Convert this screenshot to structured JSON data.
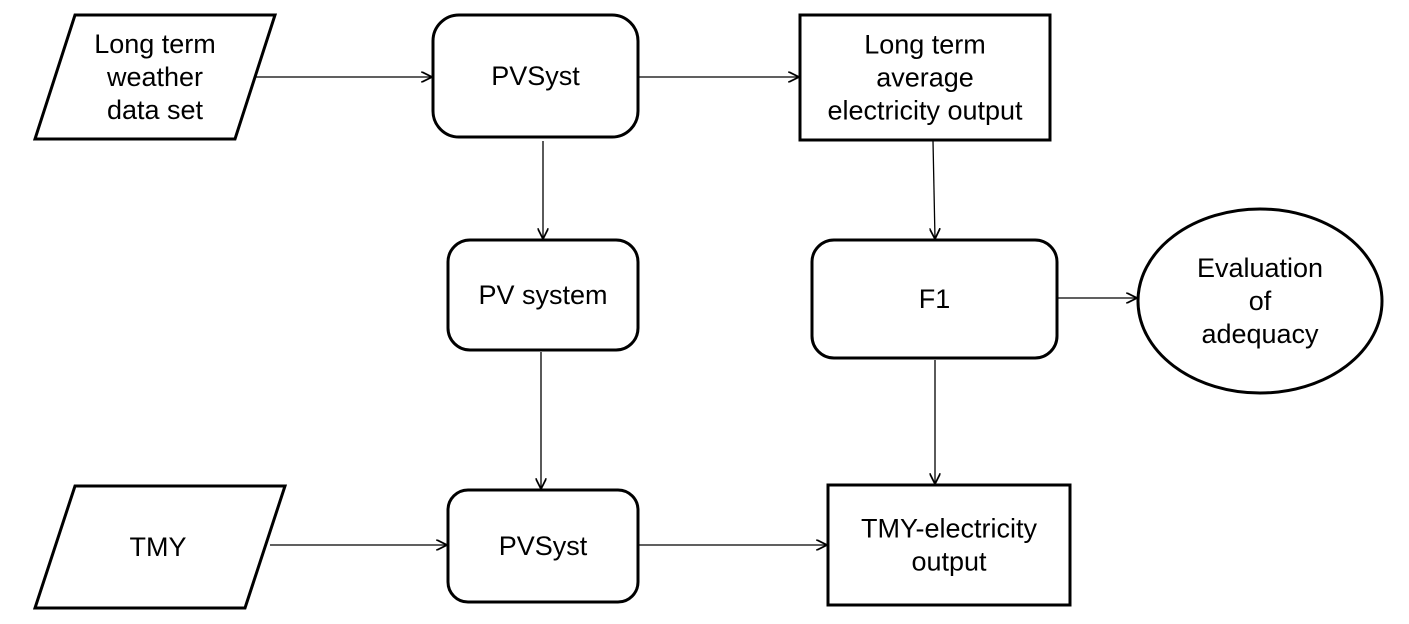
{
  "nodes": {
    "weather_input": {
      "lines": [
        "Long term",
        "weather",
        "data set"
      ]
    },
    "pvsyst_top": {
      "lines": [
        "PVSyst"
      ]
    },
    "long_term_output": {
      "lines": [
        "Long term",
        "average",
        "electricity output"
      ]
    },
    "pv_system": {
      "lines": [
        "PV system"
      ]
    },
    "f1": {
      "lines": [
        "F1"
      ]
    },
    "evaluation": {
      "lines": [
        "Evaluation",
        "of",
        "adequacy"
      ]
    },
    "tmy_input": {
      "lines": [
        "TMY"
      ]
    },
    "pvsyst_bottom": {
      "lines": [
        "PVSyst"
      ]
    },
    "tmy_output": {
      "lines": [
        "TMY-electricity",
        "output"
      ]
    }
  },
  "edges": [
    {
      "from": "weather_input",
      "to": "pvsyst_top"
    },
    {
      "from": "pvsyst_top",
      "to": "long_term_output"
    },
    {
      "from": "pvsyst_top",
      "to": "pv_system"
    },
    {
      "from": "long_term_output",
      "to": "f1"
    },
    {
      "from": "f1",
      "to": "evaluation"
    },
    {
      "from": "pv_system",
      "to": "pvsyst_bottom"
    },
    {
      "from": "f1",
      "to": "tmy_output"
    },
    {
      "from": "tmy_input",
      "to": "pvsyst_bottom"
    },
    {
      "from": "pvsyst_bottom",
      "to": "tmy_output"
    }
  ]
}
